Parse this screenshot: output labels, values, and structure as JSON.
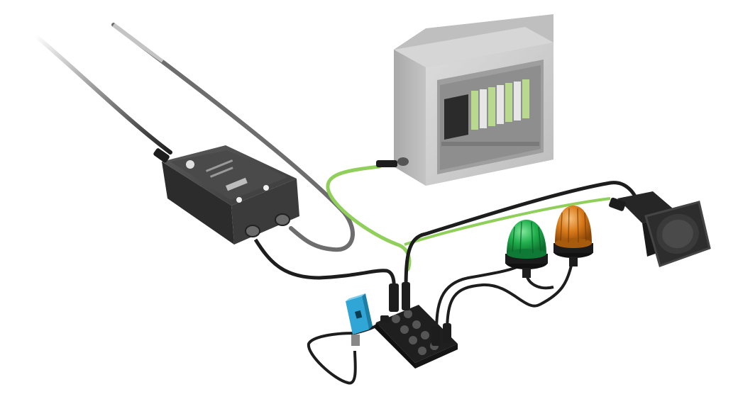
{
  "scene": {
    "background": "#ffffff",
    "colors": {
      "cable_black": "#1d1d1d",
      "cable_grey": "#6d6d6d",
      "cable_green": "#8fcf5a",
      "cabinet_grey": "#c9c9c9",
      "module_green": "#b8d98e",
      "sensor_blue": "#2fa6d6",
      "beacon_green": "#1fae4c",
      "beacon_amber": "#d97a1a"
    },
    "components": [
      {
        "name": "control-unit",
        "icon": "power-supply-icon"
      },
      {
        "name": "control-cabinet",
        "icon": "enclosure-icon"
      },
      {
        "name": "io-distribution-box",
        "icon": "junction-box-icon"
      },
      {
        "name": "photoelectric-sensor",
        "icon": "sensor-icon"
      },
      {
        "name": "green-signal-beacon",
        "icon": "beacon-icon"
      },
      {
        "name": "amber-signal-beacon",
        "icon": "beacon-icon"
      },
      {
        "name": "acoustic-horn",
        "icon": "horn-icon"
      }
    ]
  }
}
